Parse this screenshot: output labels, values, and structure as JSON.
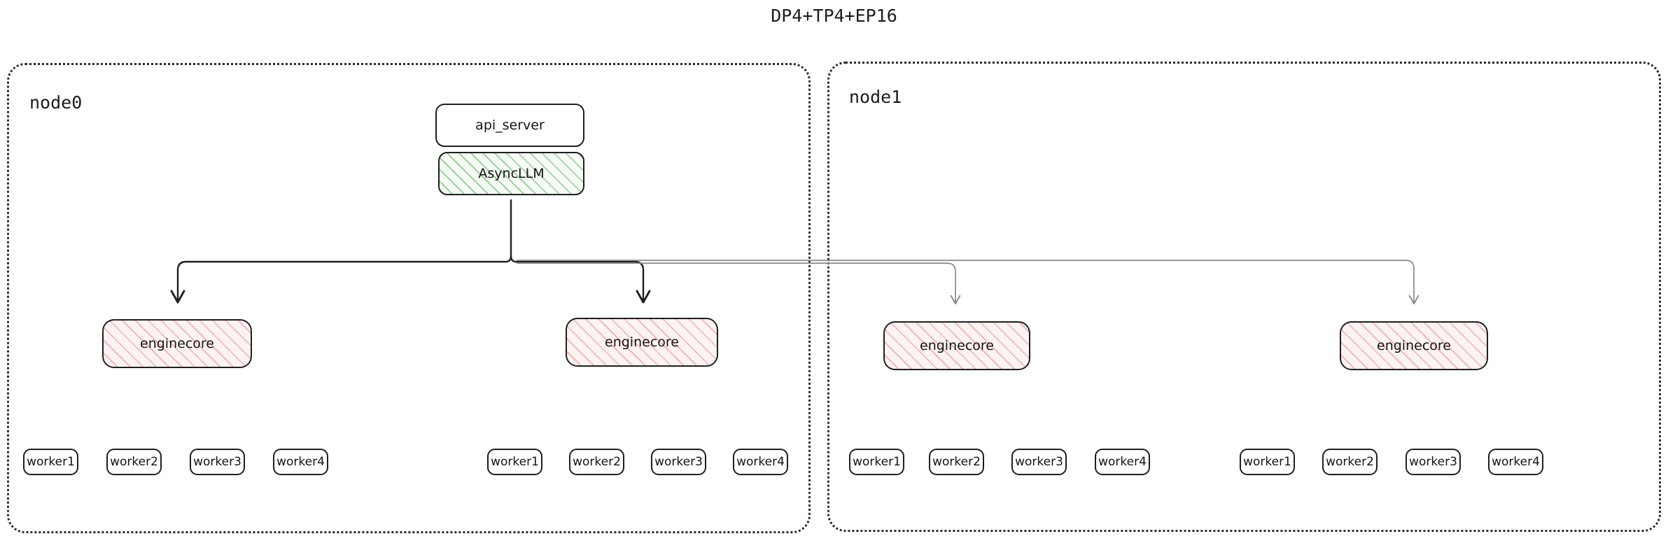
{
  "title": "DP4+TP4+EP16",
  "colors": {
    "stroke_dark": "#1f1f1f",
    "stroke_light": "#8a8a8a",
    "hatch_green": "#7ac97a",
    "hatch_pink": "#f0a0a0",
    "fill_green": "#f6fbf6",
    "fill_pink": "#fdf3f3",
    "background": "#ffffff",
    "border_dotted": "#2b2b2b"
  },
  "nodes": [
    {
      "label": "node0",
      "boxes": {
        "api_server": "api_server",
        "async_llm": "AsyncLLM"
      },
      "enginecores": [
        {
          "label": "enginecore",
          "workers": [
            "worker1",
            "worker2",
            "worker3",
            "worker4"
          ]
        },
        {
          "label": "enginecore",
          "workers": [
            "worker1",
            "worker2",
            "worker3",
            "worker4"
          ]
        }
      ]
    },
    {
      "label": "node1",
      "enginecores": [
        {
          "label": "enginecore",
          "workers": [
            "worker1",
            "worker2",
            "worker3",
            "worker4"
          ]
        },
        {
          "label": "enginecore",
          "workers": [
            "worker1",
            "worker2",
            "worker3",
            "worker4"
          ]
        }
      ]
    }
  ]
}
